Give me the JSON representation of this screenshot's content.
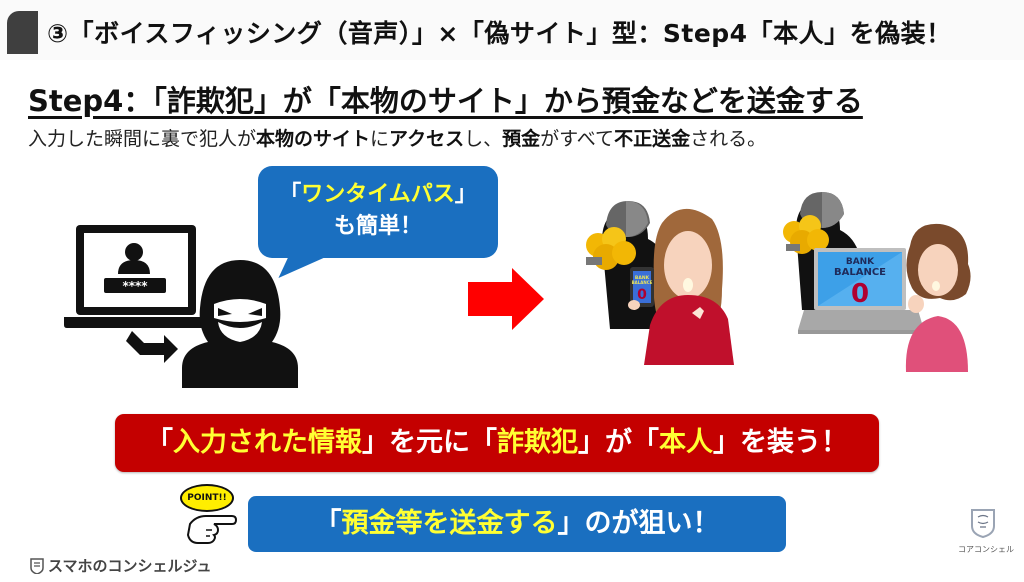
{
  "header": {
    "title": "③「ボイスフィッシング（音声）」×「偽サイト」型：Step4「本人」を偽装！"
  },
  "step": {
    "heading": "Step4：「詐欺犯」が「本物のサイト」から預金などを送金する",
    "description_parts": [
      {
        "text": "入力した瞬間に裏で犯人が",
        "bold": false
      },
      {
        "text": "本物のサイト",
        "bold": true
      },
      {
        "text": "に",
        "bold": false
      },
      {
        "text": "アクセス",
        "bold": true
      },
      {
        "text": "し、",
        "bold": false
      },
      {
        "text": "預金",
        "bold": true
      },
      {
        "text": "がすべて",
        "bold": false
      },
      {
        "text": "不正送金",
        "bold": true
      },
      {
        "text": "される。",
        "bold": false
      }
    ],
    "desc_p0": "入力した瞬間に裏で犯人が",
    "desc_p1": "本物のサイト",
    "desc_p2": "に",
    "desc_p3": "アクセス",
    "desc_p4": "し、",
    "desc_p5": "預金",
    "desc_p6": "がすべて",
    "desc_p7": "不正送金",
    "desc_p8": "される。"
  },
  "illustration": {
    "laptop_password_mask": "****",
    "speech_bubble": {
      "line1_open": "「",
      "line1_highlight": "ワンタイムパス",
      "line1_close": "」",
      "line2": "も簡単！"
    },
    "phone_screen": {
      "label_line1": "BANK",
      "label_line2": "BALANCE",
      "value": "0"
    },
    "laptop_screen": {
      "label_line1": "BANK",
      "label_line2": "BALANCE",
      "value": "0"
    },
    "arrow_color": "#ff0000"
  },
  "banners": {
    "red": {
      "parts": [
        "「",
        "入力された情報",
        "」を元に「",
        "詐欺犯",
        "」が「",
        "本人",
        "」を装う！"
      ],
      "p0": "「",
      "p1": "入力された情報",
      "p2": "」を元に「",
      "p3": "詐欺犯",
      "p4": "」が「",
      "p5": "本人",
      "p6": "」を装う！",
      "bg_color": "#c40000"
    },
    "blue": {
      "p0": "「",
      "p1": "預金等を送金する",
      "p2": "」のが狙い！",
      "bg_color": "#1a6fc0"
    },
    "point_badge": "POINT!!"
  },
  "footer": {
    "brand": "スマホのコンシェルジュ",
    "corner_brand": "コアコンシェル"
  },
  "colors": {
    "highlight_yellow": "#ffff33",
    "header_tab": "#3f3f3f"
  }
}
